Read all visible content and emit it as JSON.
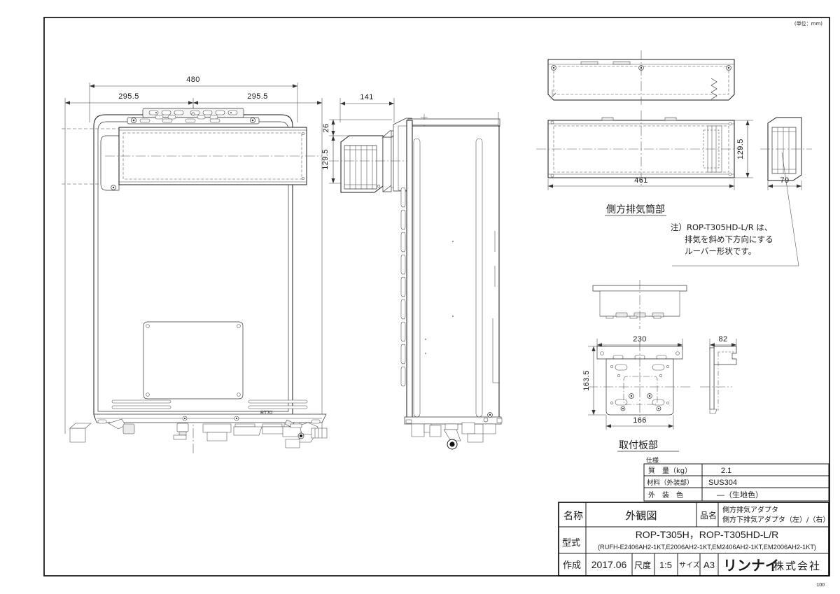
{
  "sheet": {
    "unit_note": "(単位：mm)",
    "page_number": "100"
  },
  "dimensions": {
    "front_total_width": "480",
    "front_left_half": "295.5",
    "front_right_half": "295.5",
    "side_depth": "141",
    "side_offset_top": "26",
    "side_height": "129.5",
    "duct_length": "461",
    "duct_height": "129.5",
    "duct_depth": "79",
    "plate_width": "230",
    "plate_height": "163.5",
    "plate_inner_width": "166",
    "plate_depth": "82"
  },
  "labels": {
    "exhaust_section": "側方排気筒部",
    "mounting_plate_section": "取付板部",
    "note_line1": "注）ROP-T305HD-L/R は、",
    "note_line2": "排気を斜め下方向にする",
    "note_line3": "ルーバー形状です。"
  },
  "spec_table": {
    "caption": "仕様",
    "rows": [
      {
        "label": "質　量（kg）",
        "value": "2.1"
      },
      {
        "label": "材料（外装部）",
        "value": "SUS304"
      },
      {
        "label": "外　装　色",
        "value": "―（生地色）"
      }
    ]
  },
  "title_block": {
    "name_label": "名称",
    "name_value": "外観図",
    "product_label": "品名",
    "product_line1": "側方排気アダプタ",
    "product_line2": "側方下排気アダプタ（左）/（右）",
    "model_label": "型式",
    "model_main": "ROP-T305H，ROP-T305HD-L/R",
    "model_sub": "(RUFH-E2406AH2-1KT,E2006AH2-1KT,EM2406AH2-1KT,EM2006AH2-1KT)",
    "created_label": "作成",
    "created_value": "2017.06",
    "scale_label": "尺度",
    "scale_value": "1:5",
    "size_label": "サイズ",
    "size_value": "A3",
    "company_logo": "リンナイ",
    "company_suffix": "株式会社"
  }
}
